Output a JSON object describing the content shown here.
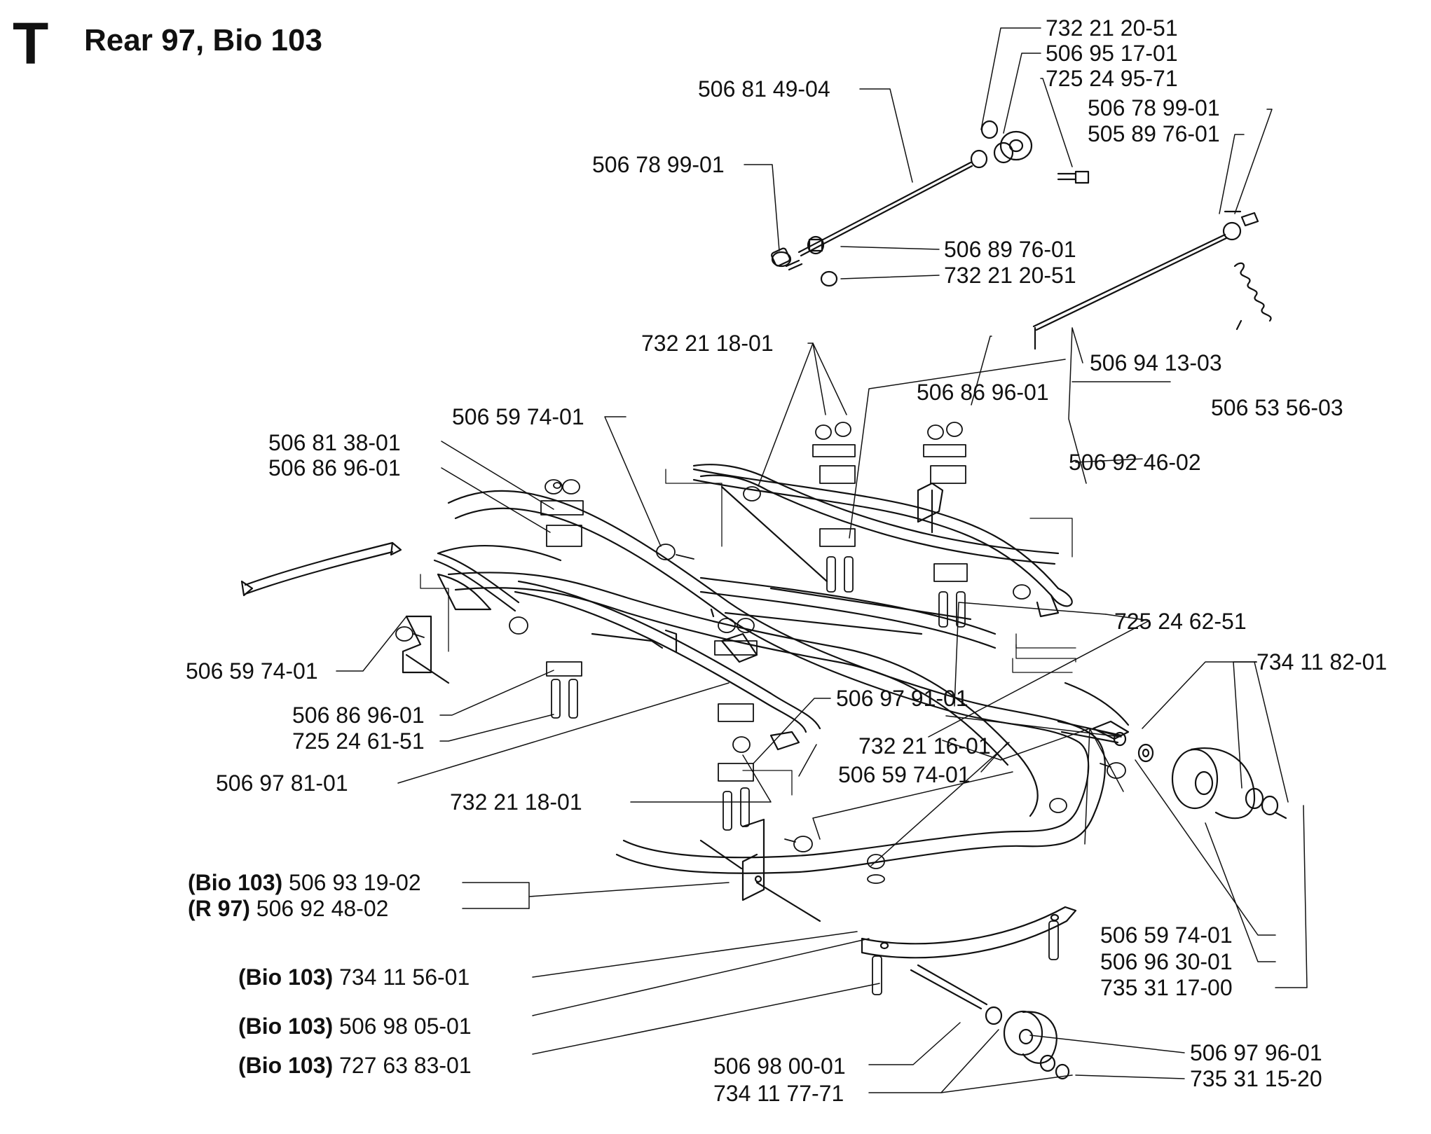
{
  "header": {
    "section_letter": "T",
    "title": "Rear 97, Bio  103"
  },
  "callouts": {
    "c01": "732 21 20-51",
    "c02": "506 95 17-01",
    "c03": "725 24 95-71",
    "c04": "506 81 49-04",
    "c05": "506 78 99-01",
    "c06": "505 89 76-01",
    "c07": "506 78 99-01",
    "c08": "506 89 76-01",
    "c09": "732 21 20-51",
    "c10": "732 21 18-01",
    "c11": "506 94 13-03",
    "c12": "506 86 96-01",
    "c13": "506 53 56-03",
    "c14": "506 59 74-01",
    "c15": "506 81 38-01",
    "c16": "506 86 96-01",
    "c17": "506 92 46-02",
    "c18": "725 24 62-51",
    "c19": "734 11 82-01",
    "c20": "506 59 74-01",
    "c21": "506 97 91-01",
    "c22": "506 86 96-01",
    "c23": "725 24 61-51",
    "c24": "732 21 16-01",
    "c25": "506 97 81-01",
    "c26": "506 59 74-01",
    "c27": "732 21 18-01",
    "c28": {
      "variant": "(Bio 103)",
      "number": "506 93 19-02"
    },
    "c29": {
      "variant": "(R 97)",
      "number": "506 92 48-02"
    },
    "c30": {
      "variant": "(Bio 103)",
      "number": "734 11 56-01"
    },
    "c31": "506 59 74-01",
    "c32": "506 96 30-01",
    "c33": "735 31 17-00",
    "c34": {
      "variant": "(Bio 103)",
      "number": "506 98 05-01"
    },
    "c35": {
      "variant": "(Bio 103)",
      "number": "727 63 83-01"
    },
    "c36": "506 97 96-01",
    "c37": "506 98 00-01",
    "c38": "735 31 15-20",
    "c39": "734 11 77-71"
  }
}
